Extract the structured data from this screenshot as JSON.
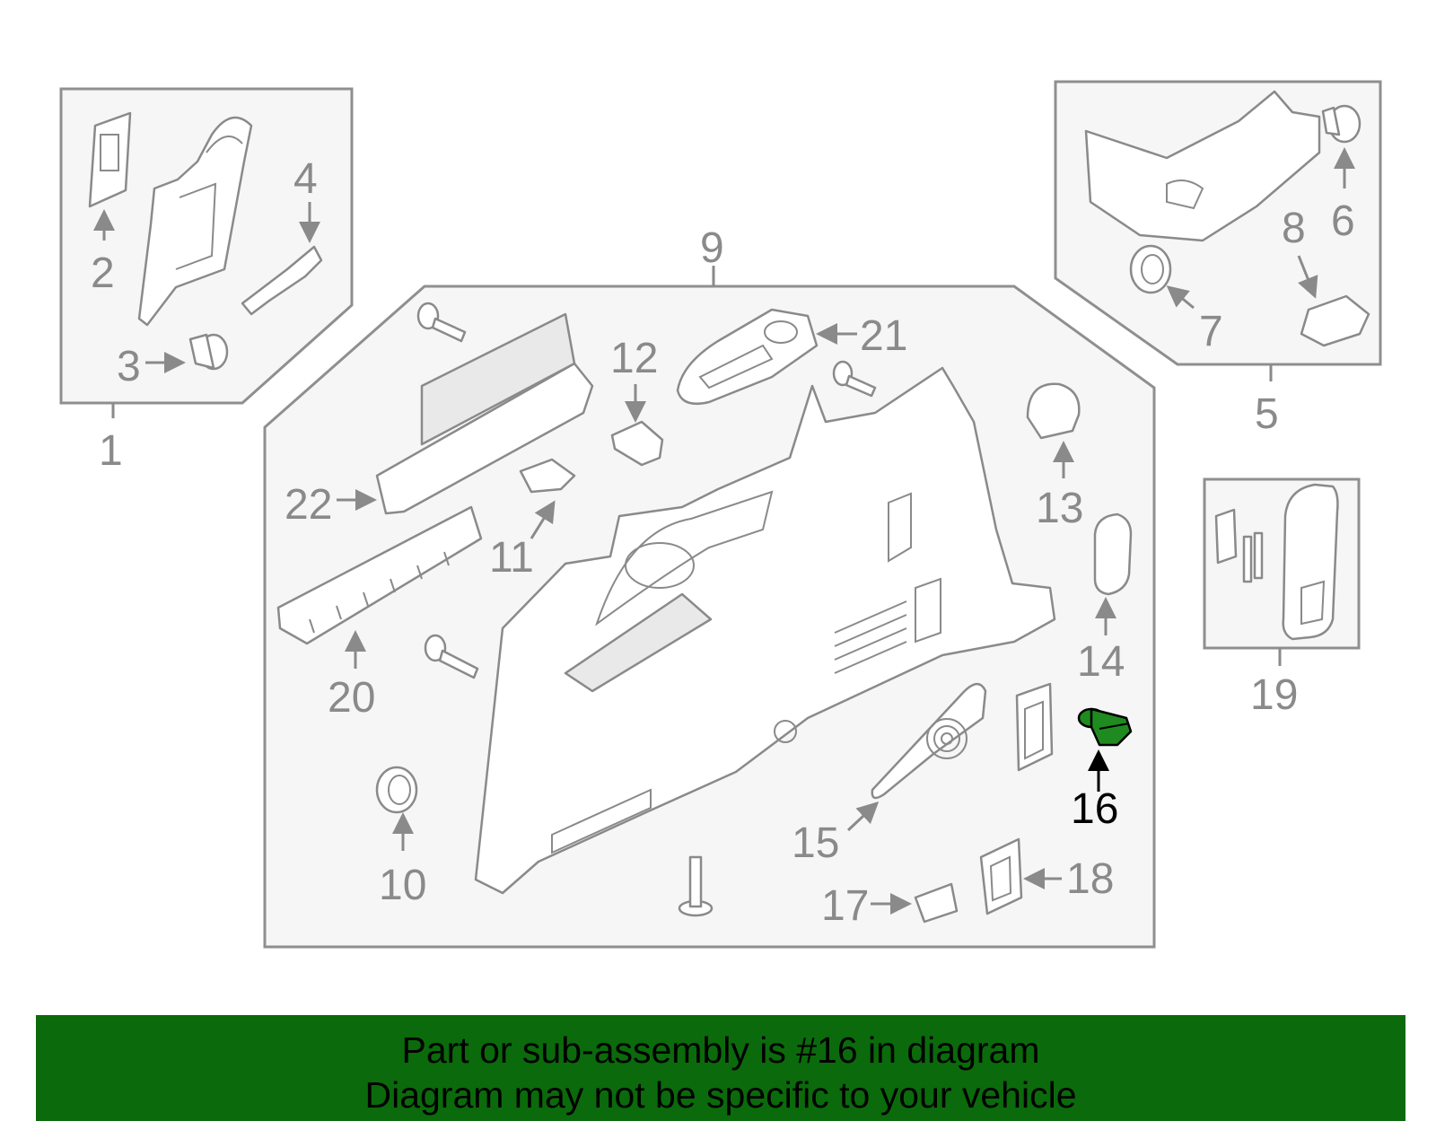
{
  "callouts": {
    "c1": "1",
    "c2": "2",
    "c3": "3",
    "c4": "4",
    "c5": "5",
    "c6": "6",
    "c7": "7",
    "c8": "8",
    "c9": "9",
    "c10": "10",
    "c11": "11",
    "c12": "12",
    "c13": "13",
    "c14": "14",
    "c15": "15",
    "c16": "16",
    "c17": "17",
    "c18": "18",
    "c19": "19",
    "c20": "20",
    "c21": "21",
    "c22": "22"
  },
  "highlighted_part": "16",
  "colors": {
    "highlight_part": "#1f8a1f",
    "banner_background": "#0b6a0b",
    "line_art": "#8a8a8a"
  },
  "banner": {
    "line1": "Part or sub-assembly is #16 in diagram",
    "line2": "Diagram may not be specific to your vehicle"
  }
}
